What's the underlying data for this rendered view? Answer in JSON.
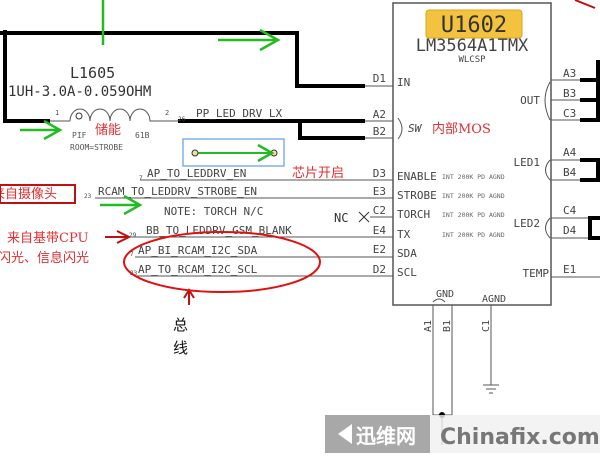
{
  "colors": {
    "wire": "#000000",
    "thin": "#555555",
    "annot_red": "#e03030",
    "arrow_green": "#22bb22",
    "label_box": "#f3c340",
    "ellipse": "#e01010",
    "selection": "#7fb0ee"
  },
  "chip": {
    "ref": "U1602",
    "part": "LM3564A1TMX",
    "package": "WLCSP",
    "left_pins": [
      {
        "num": "D1",
        "name": "IN"
      },
      {
        "num": "A2",
        "name": "SW"
      },
      {
        "num": "B2",
        "name": ""
      },
      {
        "num": "D3",
        "name": "ENABLE"
      },
      {
        "num": "E3",
        "name": "STROBE"
      },
      {
        "num": "C2",
        "name": "TORCH"
      },
      {
        "num": "E4",
        "name": "TX"
      },
      {
        "num": "E2",
        "name": "SDA"
      },
      {
        "num": "D2",
        "name": "SCL"
      }
    ],
    "pulldown_note": "INT 200K PD AGND",
    "right_pins": [
      {
        "num": "A3"
      },
      {
        "num": "B3"
      },
      {
        "num": "C3"
      },
      {
        "num": "A4"
      },
      {
        "num": "B4"
      },
      {
        "num": "C4"
      },
      {
        "num": "D4"
      },
      {
        "num": "E1"
      }
    ],
    "right_groups": [
      "OUT",
      "LED1",
      "LED2",
      "TEMP"
    ],
    "bottom_pins": [
      {
        "num": "A1"
      },
      {
        "num": "B1"
      },
      {
        "num": "C1"
      }
    ],
    "gnd": "GND",
    "agnd": "AGND"
  },
  "inductor": {
    "ref": "L1605",
    "value": "1UH-3.0A-0.059OHM",
    "pin1": "1",
    "pin2": "2",
    "part": "PIF",
    "part_suffix": "61B",
    "room": "ROOM=STROBE"
  },
  "nets": [
    {
      "page": "26",
      "name": "PP_LED_DRV_LX"
    },
    {
      "page": "7",
      "name": "AP_TO_LEDDRV_EN"
    },
    {
      "page": "23",
      "name": "RCAM_TO_LEDDRV_STROBE_EN"
    },
    {
      "page": "",
      "name": "NOTE: TORCH N/C"
    },
    {
      "page": "29",
      "name": "BB_TO_LEDDRV_GSM_BLANK"
    },
    {
      "page": "7",
      "name": "AP_BI_RCAM_I2C_SDA"
    },
    {
      "page": "23",
      "name": "AP_TO_RCAM_I2C_SCL"
    }
  ],
  "nc": "NC",
  "annotations": {
    "storage": "储能",
    "internal_mos": "内部MOS",
    "chip_enable": "芯片开启",
    "from_camera": "来自摄像头",
    "from_cpu": "来自基带CPU",
    "flash": "闪光、信息闪光",
    "bus_1": "总",
    "bus_2": "线"
  },
  "watermark": {
    "cn": "迅维网",
    "en": "Chinafix.com"
  }
}
